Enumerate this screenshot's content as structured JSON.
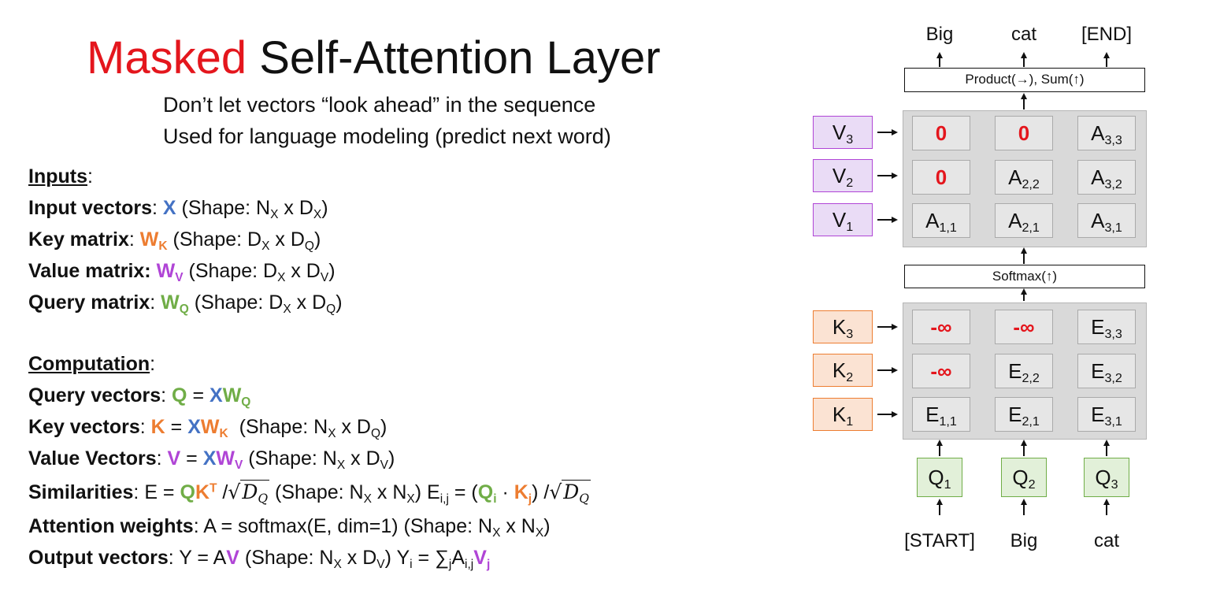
{
  "title": {
    "masked": "Masked",
    "rest": "Self-Attention Layer"
  },
  "subtitles": [
    "Don’t let vectors “look ahead” in the sequence",
    "Used for language modeling (predict next word)"
  ],
  "inputs": {
    "heading": "Inputs",
    "input_vectors": {
      "label": "Input vectors",
      "var": "X",
      "shape": "(Shape: N",
      "sx": "X",
      "mid": " x D",
      "sy": "X",
      "end": ")"
    },
    "key_matrix": {
      "label": "Key matrix",
      "var": "W",
      "vsub": "K",
      "shape": "(Shape: D",
      "s1": "X",
      "mid": " x D",
      "s2": "Q",
      "end": ")"
    },
    "value_matrix": {
      "label": "Value matrix:",
      "var": "W",
      "vsub": "V",
      "shape": "(Shape: D",
      "s1": "X",
      "mid": " x D",
      "s2": "V",
      "end": ")"
    },
    "query_matrix": {
      "label": "Query matrix",
      "var": "W",
      "vsub": "Q",
      "shape": "(Shape: D",
      "s1": "X",
      "mid": " x D",
      "s2": "Q",
      "end": ")"
    }
  },
  "computation": {
    "heading": "Computation",
    "query_vectors": {
      "label": "Query vectors",
      "lhs": "Q",
      "x": "X",
      "w": "W",
      "wsub": "Q"
    },
    "key_vectors": {
      "label": "Key vectors",
      "lhs": "K",
      "x": "X",
      "w": "W",
      "wsub": "K",
      "shape": "(Shape: N",
      "s1": "X",
      "mid": " x D",
      "s2": "Q",
      "end": ")"
    },
    "value_vectors": {
      "label": "Value Vectors",
      "lhs": "V",
      "x": "X",
      "w": "W",
      "wsub": "V",
      "shape": "(Shape: N",
      "s1": "X",
      "mid": " x D",
      "s2": "V",
      "end": ")"
    },
    "similarities": {
      "label": "Similarities",
      "text1": "E = ",
      "q": "Q",
      "k": "K",
      "ksup": "T",
      "div": " /",
      "dq": "D",
      "dqsub": "Q",
      "shape": "(Shape: N",
      "s1": "X",
      "mid": " x N",
      "s2": "X",
      "end": ")",
      "e": "E",
      "esub": "i,j",
      "eq": " = (",
      "qi": "Q",
      "qisub": "i",
      "dot": " · ",
      "kj": "K",
      "kjsub": "j",
      "close": ") /"
    },
    "attention_weights": {
      "label": "Attention weights",
      "text": "A = softmax(E, dim=1)  (Shape: N",
      "s1": "X",
      "mid": " x N",
      "s2": "X",
      "end": ")"
    },
    "output_vectors": {
      "label": "Output vectors",
      "text": "Y = A",
      "v": "V",
      "shape": "(Shape: N",
      "s1": "X",
      "mid": " x D",
      "s2": "V",
      "end": ")",
      "y": "Y",
      "ysub": "i",
      "sum": " = ∑",
      "sumsub": "j",
      "a": "A",
      "asub": "i,j",
      "vj": "V",
      "vjsub": "j"
    }
  },
  "diagram": {
    "outputs": [
      "Big",
      "cat",
      "[END]"
    ],
    "product_bar": "Product(→),   Sum(↑)",
    "softmax_bar": "Softmax(↑)",
    "v_labels": [
      {
        "t": "V",
        "s": "3"
      },
      {
        "t": "V",
        "s": "2"
      },
      {
        "t": "V",
        "s": "1"
      }
    ],
    "k_labels": [
      {
        "t": "K",
        "s": "3"
      },
      {
        "t": "K",
        "s": "2"
      },
      {
        "t": "K",
        "s": "1"
      }
    ],
    "a_cells": [
      [
        {
          "t": "0",
          "s": ""
        },
        {
          "t": "0",
          "s": ""
        },
        {
          "t": "A",
          "s": "3,3"
        }
      ],
      [
        {
          "t": "0",
          "s": ""
        },
        {
          "t": "A",
          "s": "2,2"
        },
        {
          "t": "A",
          "s": "3,2"
        }
      ],
      [
        {
          "t": "A",
          "s": "1,1"
        },
        {
          "t": "A",
          "s": "2,1"
        },
        {
          "t": "A",
          "s": "3,1"
        }
      ]
    ],
    "e_cells": [
      [
        {
          "t": "-∞",
          "s": ""
        },
        {
          "t": "-∞",
          "s": ""
        },
        {
          "t": "E",
          "s": "3,3"
        }
      ],
      [
        {
          "t": "-∞",
          "s": ""
        },
        {
          "t": "E",
          "s": "2,2"
        },
        {
          "t": "E",
          "s": "3,2"
        }
      ],
      [
        {
          "t": "E",
          "s": "1,1"
        },
        {
          "t": "E",
          "s": "2,1"
        },
        {
          "t": "E",
          "s": "3,1"
        }
      ]
    ],
    "q_labels": [
      {
        "t": "Q",
        "s": "1"
      },
      {
        "t": "Q",
        "s": "2"
      },
      {
        "t": "Q",
        "s": "3"
      }
    ],
    "inputs": [
      "[START]",
      "Big",
      "cat"
    ],
    "colors": {
      "red": "#e4161d",
      "blue": "#4472c4",
      "orange": "#ed7d31",
      "purple": "#b045d6",
      "green": "#70ad47"
    }
  }
}
